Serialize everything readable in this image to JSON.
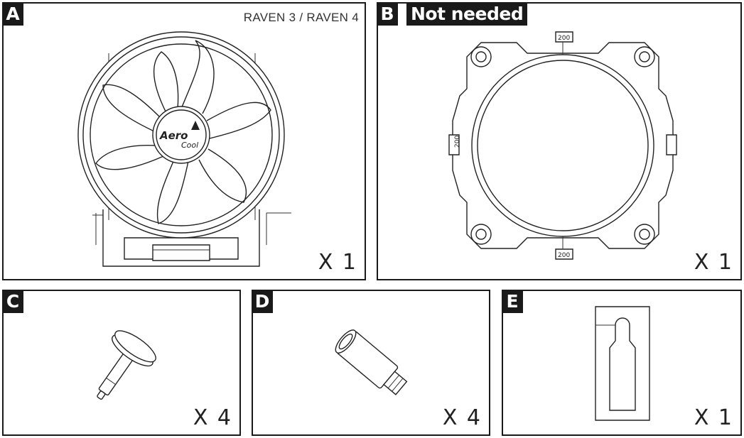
{
  "panels": {
    "a": {
      "letter": "A",
      "model": "RAVEN 3 / RAVEN 4",
      "quantity": "X 1",
      "logo_text_1": "Aero",
      "logo_text_2": "Cool"
    },
    "b": {
      "letter": "B",
      "tag": "Not needed",
      "quantity": "X 1",
      "mark_top": "200",
      "mark_bottom": "200",
      "mark_left": "200"
    },
    "c": {
      "letter": "C",
      "quantity": "X 4"
    },
    "d": {
      "letter": "D",
      "quantity": "X 4"
    },
    "e": {
      "letter": "E",
      "quantity": "X 1"
    }
  },
  "icons": {
    "a": "cpu-cooler-fan-icon",
    "b": "mounting-ring-bracket-icon",
    "c": "push-pin-icon",
    "d": "standoff-screw-icon",
    "e": "thermal-paste-pad-icon"
  }
}
